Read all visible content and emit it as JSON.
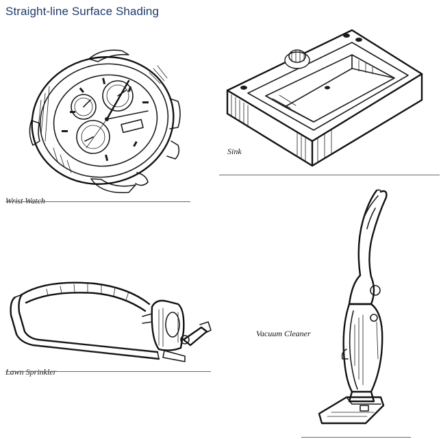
{
  "header": {
    "title": "Straight-line Surface Shading"
  },
  "illustrations": [
    {
      "id": "wrist-watch",
      "label": "Wrist Watch"
    },
    {
      "id": "sink",
      "label": "Sink"
    },
    {
      "id": "lawn-sprinkler",
      "label": "Lawn Sprinkler"
    },
    {
      "id": "vacuum-cleaner",
      "label": "Vacuum Cleaner"
    }
  ],
  "colors": {
    "title": "#1f3a6b",
    "ink": "#1b1b1b",
    "rule": "#666666",
    "background": "#ffffff"
  }
}
